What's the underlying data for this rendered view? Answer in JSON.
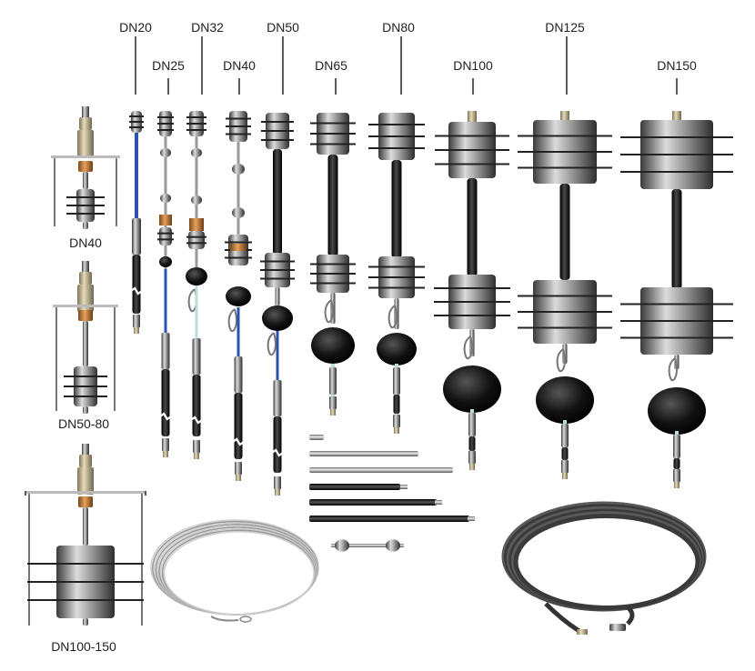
{
  "labels": {
    "dn20": "DN20",
    "dn25": "DN25",
    "dn32": "DN32",
    "dn40": "DN40",
    "dn50": "DN50",
    "dn65": "DN65",
    "dn80": "DN80",
    "dn100": "DN100",
    "dn125": "DN125",
    "dn150": "DN150",
    "holder_dn40": "DN40",
    "holder_dn50_80": "DN50-80",
    "holder_dn100_150": "DN100-150"
  },
  "colors": {
    "metal": "#8a8a8a",
    "brass": "#c9b98a",
    "copper": "#c8813e",
    "black": "#111111",
    "blue": "#2b52b3",
    "cyan": "#b9dcdc"
  }
}
